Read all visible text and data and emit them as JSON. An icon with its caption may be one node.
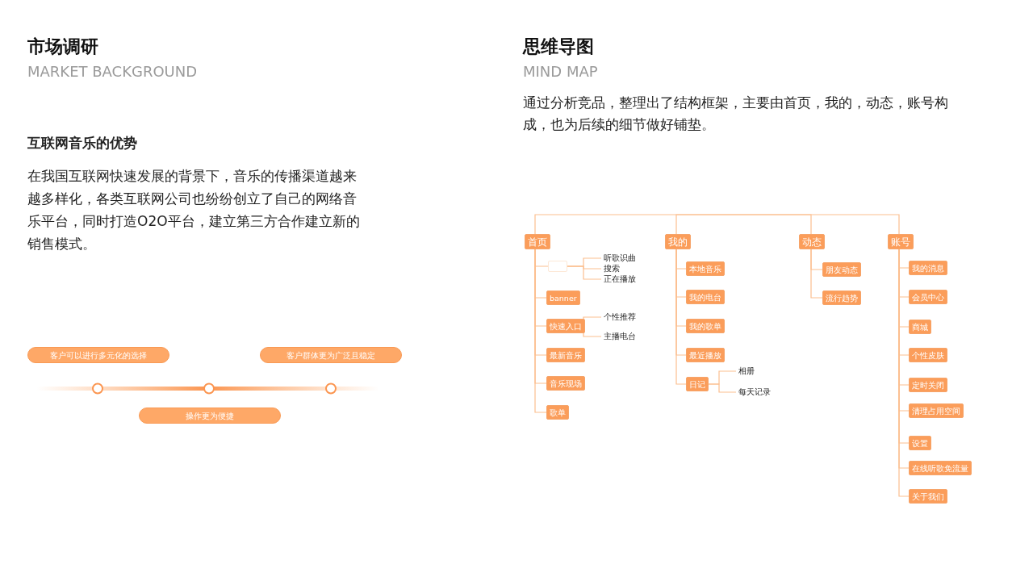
{
  "diagram": {
    "nodes": [
      {
        "text": [
          "客户可以进行多元化的选择"
        ]
      },
      {
        "text": [
          "客户群体更为广泛且稳定"
        ]
      },
      {
        "text": [
          "操作更为便捷"
        ]
      },
      {
        "text": [
          "首页"
        ]
      },
      {
        "text": [],
        "shape": "box"
      },
      {
        "text": [
          "听歌识曲"
        ]
      },
      {
        "text": [
          "搜索"
        ]
      },
      {
        "text": [
          "正在播放"
        ]
      },
      {
        "text": [
          "banner"
        ]
      },
      {
        "text": [
          "快速入口"
        ]
      },
      {
        "text": [
          "个性推荐"
        ]
      },
      {
        "text": [
          "主播电台"
        ]
      },
      {
        "text": [
          "最新音乐"
        ]
      },
      {
        "text": [
          "音乐现场"
        ]
      },
      {
        "text": [
          "歌单"
        ]
      },
      {
        "text": [
          "我的"
        ]
      },
      {
        "text": [
          "本地音乐"
        ]
      },
      {
        "text": [
          "我的电台"
        ]
      },
      {
        "text": [
          "我的歌单"
        ]
      },
      {
        "text": [
          "最近播放"
        ]
      },
      {
        "text": [
          "日记"
        ]
      },
      {
        "text": [
          "相册"
        ]
      },
      {
        "text": [
          "每天记录"
        ]
      },
      {
        "text": [
          "动态"
        ]
      },
      {
        "text": [
          "朋友动态"
        ]
      },
      {
        "text": [
          "流行趋势"
        ]
      },
      {
        "text": [
          "账号"
        ]
      },
      {
        "text": [
          "我的消息"
        ]
      },
      {
        "text": [
          "会员中心"
        ]
      },
      {
        "text": [
          "商城"
        ]
      },
      {
        "text": [
          "个性皮肤"
        ]
      },
      {
        "text": [
          "定时关闭"
        ]
      },
      {
        "text": [
          "清理占用空间"
        ]
      },
      {
        "text": [
          "设置"
        ]
      },
      {
        "text": [
          "在线听歌免流量"
        ]
      },
      {
        "text": [
          "关于我们"
        ]
      }
    ],
    "edges": [
      {
        "from": null,
        "to": 3,
        "arrow": "none"
      },
      {
        "from": null,
        "to": 15,
        "arrow": "none"
      },
      {
        "from": null,
        "to": 23,
        "arrow": "none"
      },
      {
        "from": null,
        "to": 26,
        "arrow": "none"
      },
      {
        "from": 3,
        "to": 4,
        "arrow": "none"
      },
      {
        "from": 4,
        "to": 5,
        "arrow": "none"
      },
      {
        "from": 4,
        "to": 6,
        "arrow": "none"
      },
      {
        "from": 4,
        "to": 7,
        "arrow": "none"
      },
      {
        "from": 3,
        "to": 8,
        "arrow": "none"
      },
      {
        "from": 3,
        "to": 9,
        "arrow": "none"
      },
      {
        "from": 9,
        "to": 10,
        "arrow": "none"
      },
      {
        "from": 9,
        "to": 11,
        "arrow": "none"
      },
      {
        "from": 3,
        "to": 12,
        "arrow": "none"
      },
      {
        "from": 3,
        "to": 13,
        "arrow": "none"
      },
      {
        "from": 3,
        "to": 14,
        "arrow": "none"
      },
      {
        "from": 15,
        "to": 16,
        "arrow": "none"
      },
      {
        "from": 15,
        "to": 17,
        "arrow": "none"
      },
      {
        "from": 15,
        "to": 18,
        "arrow": "none"
      },
      {
        "from": 15,
        "to": 19,
        "arrow": "none"
      },
      {
        "from": 15,
        "to": 20,
        "arrow": "none"
      },
      {
        "from": 20,
        "to": 21,
        "arrow": "none"
      },
      {
        "from": 20,
        "to": 22,
        "arrow": "none"
      },
      {
        "from": 23,
        "to": 24,
        "arrow": "none"
      },
      {
        "from": 23,
        "to": 25,
        "arrow": "none"
      },
      {
        "from": 26,
        "to": 27,
        "arrow": "none"
      },
      {
        "from": 26,
        "to": 28,
        "arrow": "none"
      },
      {
        "from": 26,
        "to": 29,
        "arrow": "none"
      },
      {
        "from": 26,
        "to": 30,
        "arrow": "none"
      },
      {
        "from": 26,
        "to": 31,
        "arrow": "none"
      },
      {
        "from": 26,
        "to": 32,
        "arrow": "none"
      },
      {
        "from": 26,
        "to": 33,
        "arrow": "none"
      },
      {
        "from": 26,
        "to": 34,
        "arrow": "none"
      },
      {
        "from": 26,
        "to": 35,
        "arrow": "none"
      }
    ],
    "labels": [
      "市场调研",
      "MARKET BACKGROUND",
      "思维导图",
      "MIND MAP",
      "通过分析竞品，整理出了结构框架，主要由首页，我的，动态，账号构成，也为后续的细节做好铺垫。",
      "互联网音乐的优势",
      "在我国互联网快速发展的背景下，音乐的传播渠道越来越多样化，各类互联网公司也纷纷创立了自己的网络音乐平台，同时打造O2O平台，建立第三方合作建立新的销售模式。"
    ]
  }
}
